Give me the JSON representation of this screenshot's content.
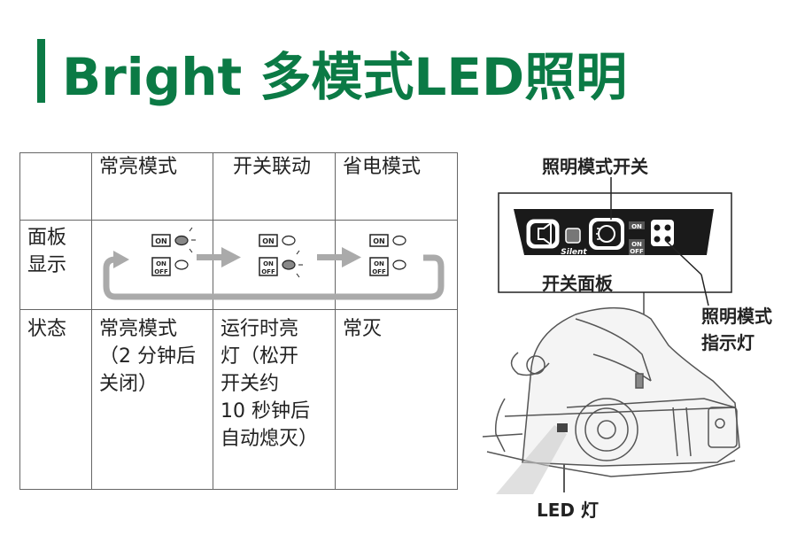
{
  "title": "Bright 多模式LED照明",
  "table": {
    "columns": [
      "",
      "常亮模式",
      "开关联动",
      "省电模式"
    ],
    "rows": [
      {
        "label": "面板\n显示",
        "cells": [
          "",
          "",
          ""
        ]
      },
      {
        "label": "状态",
        "cells": [
          "常亮模式\n（2 分钟后\n关闭）",
          "运行时亮\n灯（松开\n开关约\n10 秒钟后\n自动熄灭）",
          "常灭"
        ]
      }
    ]
  },
  "indicator": {
    "on": "ON",
    "off": "OFF",
    "off_prefix": "ON"
  },
  "diagram": {
    "callout_switch": "照明模式开关",
    "callout_panel": "开关面板",
    "callout_indicator": "照明模式\n指示灯",
    "callout_led": "LED 灯",
    "silent_label": "Silent",
    "on_label": "ON",
    "off_label": "OFF"
  },
  "colors": {
    "brand_green": "#0b7a45",
    "arrow_gray": "#aaaaaa",
    "led_gray": "#888888"
  }
}
